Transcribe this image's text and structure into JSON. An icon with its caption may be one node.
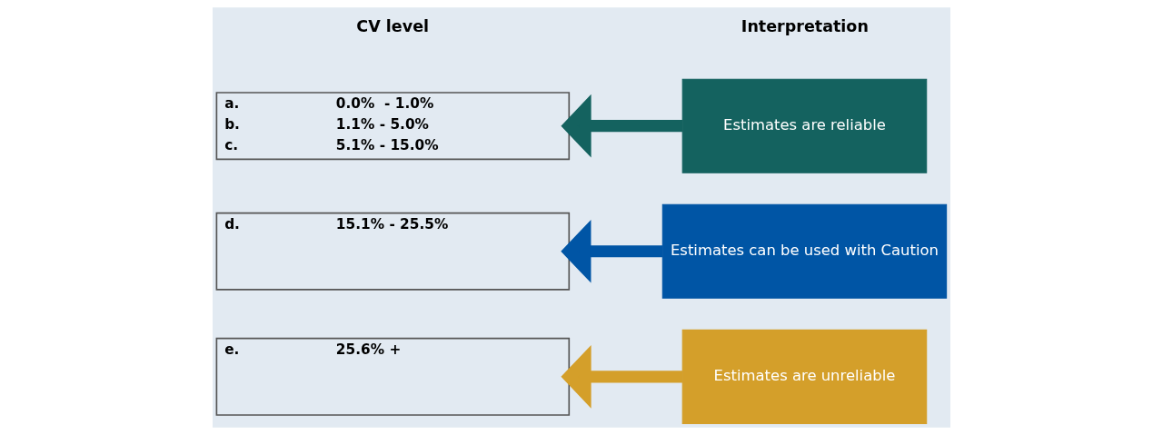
{
  "diagram": {
    "nodes": [
      {
        "text": [
          "a.",
          "0.0%  - 1.0%",
          "b.",
          "1.1% - 5.0%",
          "c.",
          "5.1% - 15.0%"
        ]
      },
      {
        "text": [
          "d.",
          "15.1% - 25.5%"
        ]
      },
      {
        "text": [
          "e.",
          "25.6% +"
        ]
      },
      {
        "text": [
          "Estimates are reliable"
        ]
      },
      {
        "text": [
          "Estimates can be used with Caution"
        ]
      },
      {
        "text": [
          "Estimates are unreliable"
        ]
      }
    ],
    "edges": [
      {
        "from": 3,
        "to": 0,
        "arrow": "to",
        "color": "#14625f"
      },
      {
        "from": 4,
        "to": 1,
        "arrow": "to",
        "color": "#0055a5"
      },
      {
        "from": 5,
        "to": 2,
        "arrow": "to",
        "color": "#d49f2a"
      }
    ],
    "labels": [
      "CV level",
      "Interpretation"
    ]
  }
}
